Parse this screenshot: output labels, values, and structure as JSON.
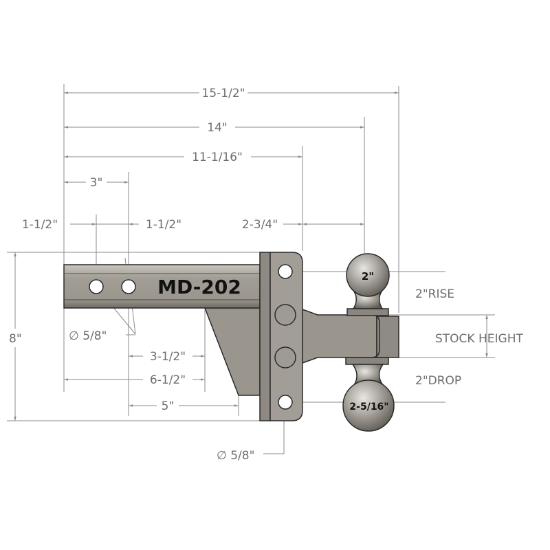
{
  "model": "MD-202",
  "ball_sizes": {
    "top": "2\"",
    "bottom": "2-5/16\""
  },
  "dimensions": {
    "overall_length": "15-1/2\"",
    "to_ball_center": "14\"",
    "to_pin_plate": "11-1/16\"",
    "hole_spacing_total": "3\"",
    "hole_offset_left": "1-1/2\"",
    "hole_offset_right": "1-1/2\"",
    "plate_to_ball": "2-3/4\"",
    "total_height": "8\"",
    "shank_hole_diameter": "∅ 5/8\"",
    "hole_to_gusset": "3-1/2\"",
    "end_to_gusset": "6-1/2\"",
    "hole_to_plate_bottom": "5\"",
    "plate_hole_diameter": "∅ 5/8\"",
    "rise": "2\"RISE",
    "stock_height": "STOCK HEIGHT",
    "drop": "2\"DROP"
  },
  "colors": {
    "steel": "#9b978f",
    "lines": "#8a8a8a"
  }
}
